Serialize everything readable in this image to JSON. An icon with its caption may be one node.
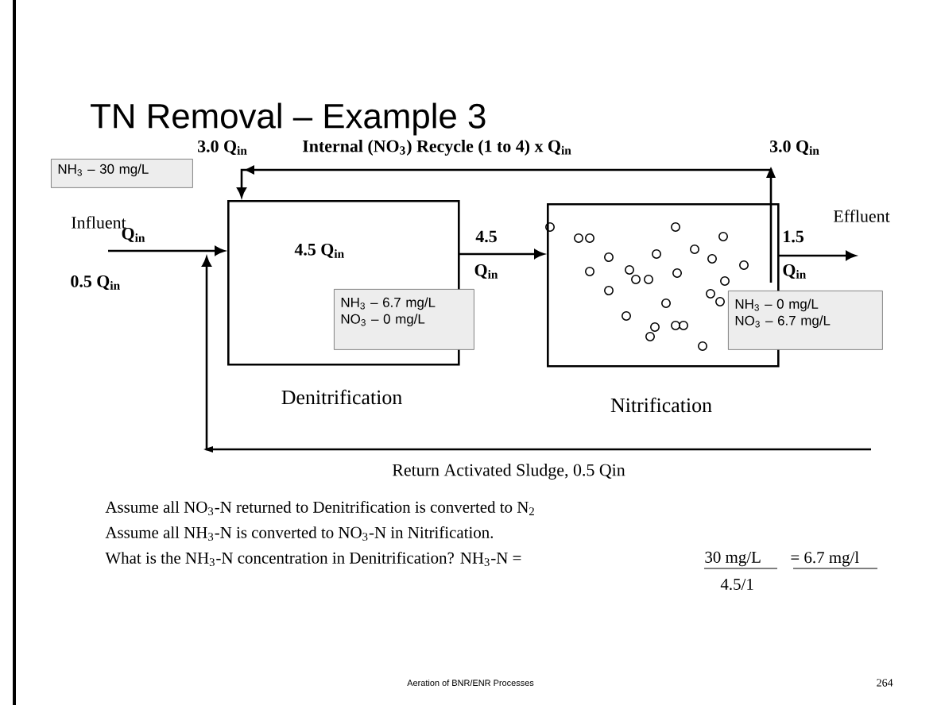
{
  "diagram": {
    "title": "TN Removal – Example 3",
    "nodes": [
      {
        "text": [
          "Denitrification"
        ]
      },
      {
        "text": [
          "Nitrification"
        ]
      },
      {
        "text": [
          "NH$_{3}$ – 6.7 mg/L NO$_{3}$ – 0 mg/L"
        ]
      },
      {
        "text": [
          "NH$_{3}$ – 0 mg/L NO$_{3}$ – 6.7 mg/L"
        ]
      },
      {
        "text": [
          "NH$_{3}$ – 30 mg/L"
        ]
      }
    ],
    "edges": [
      {
        "from": null,
        "to": 0,
        "arrow": "to"
      },
      {
        "from": 0,
        "to": 1,
        "arrow": "to"
      },
      {
        "from": 1,
        "to": null,
        "arrow": "to"
      },
      {
        "from": 1,
        "to": 0,
        "arrow": "to",
        "label": "Internal (NO$_{3}$) Recycle  (1 to 4) x Q$_{in}$"
      },
      {
        "from": null,
        "to": 0,
        "arrow": "to",
        "label": "Return Activated Sludge, 0.5 Qin"
      }
    ],
    "labels": [
      "3.0 Q$_{in}$",
      "3.0 Q$_{in}$",
      "Influent",
      "Q$_{in}$",
      "0.5 Q$_{in}$",
      "4.5 Q$_{in}$",
      "4.5",
      "Q$_{in}$",
      "Effluent",
      "1.5",
      "Q$_{in}$",
      "Assume all NO$_{3}$-N returned to Denitrification is converted to N$_{2}$",
      "Assume all NH$_{3}$-N is converted to NO$_{3}$-N in Nitrification.",
      "What is the NH$_{3}$-N concentration in Denitrification? NH$_{3}$-N =",
      "30 mg/L",
      "= 6.7 mg/l",
      "4.5/1",
      "Aeration of BNR/ENR Processes",
      "264"
    ]
  }
}
